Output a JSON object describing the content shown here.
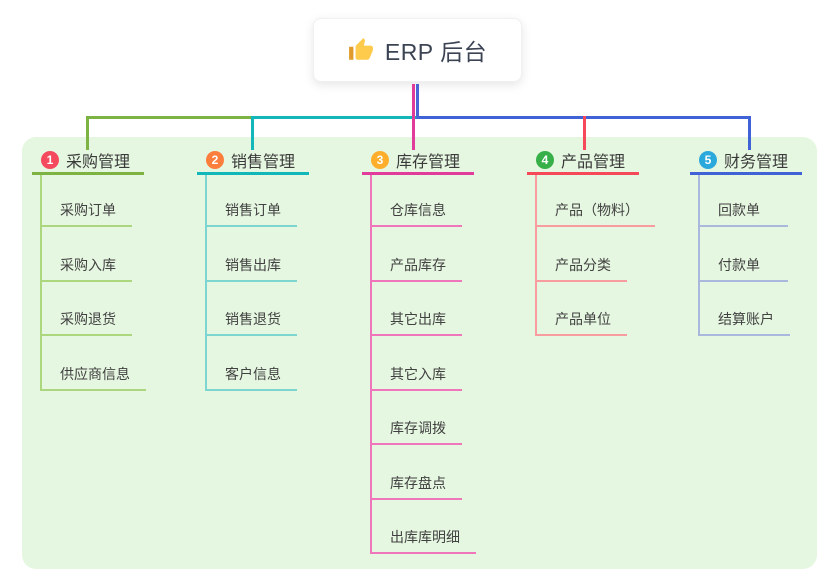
{
  "root": {
    "label": "ERP 后台",
    "icon": "thumbs-up-icon"
  },
  "canvas": {
    "background": "#ffffff",
    "panel_background": "#e6f7e1",
    "root_line_color": "#4a66d5"
  },
  "branches": [
    {
      "index": "1",
      "label": "采购管理",
      "badge": "#f54a5e",
      "color": "#7cb342",
      "light": "#acd77f",
      "children": [
        "采购订单",
        "采购入库",
        "采购退货",
        "供应商信息"
      ]
    },
    {
      "index": "2",
      "label": "销售管理",
      "badge": "#fb7e3c",
      "color": "#12b7ba",
      "light": "#7cd5d1",
      "children": [
        "销售订单",
        "销售出库",
        "销售退货",
        "客户信息"
      ]
    },
    {
      "index": "3",
      "label": "库存管理",
      "badge": "#ffae2b",
      "color": "#e13c9c",
      "light": "#ef76bb",
      "children": [
        "仓库信息",
        "产品库存",
        "其它出库",
        "其它入库",
        "库存调拨",
        "库存盘点",
        "出库库明细"
      ]
    },
    {
      "index": "4",
      "label": "产品管理",
      "badge": "#38b04a",
      "color": "#f5495a",
      "light": "#f89ca0",
      "children": [
        "产品（物料）",
        "产品分类",
        "产品单位"
      ]
    },
    {
      "index": "5",
      "label": "财务管理",
      "badge": "#2ba8dc",
      "color": "#3f62d6",
      "light": "#a9b8dc",
      "children": [
        "回款单",
        "付款单",
        "结算账户"
      ]
    }
  ]
}
